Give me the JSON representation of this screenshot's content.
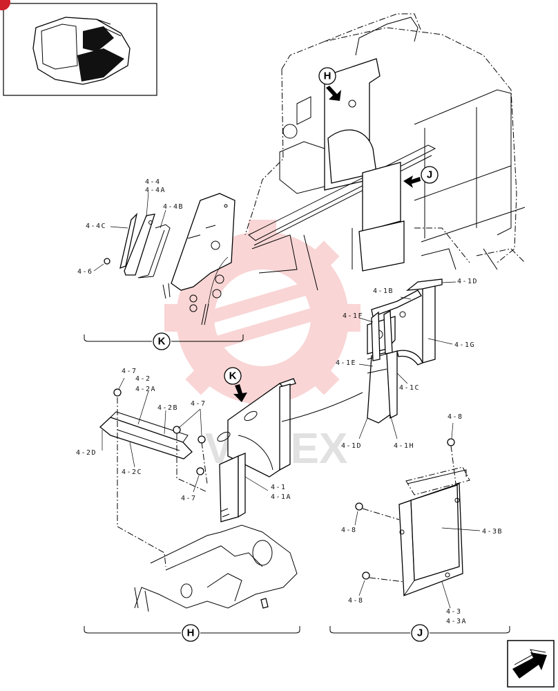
{
  "watermark": "VHTEX",
  "views": {
    "K": "K",
    "H": "H",
    "J": "J"
  },
  "callouts": {
    "H": "H",
    "J": "J",
    "K": "K"
  },
  "labels": {
    "l_4_4": "4-4",
    "l_4_4A": "4-4A",
    "l_4_4B": "4-4B",
    "l_4_4C": "4-4C",
    "l_4_6": "4-6",
    "l_4_1B": "4-1B",
    "l_4_1D_top": "4-1D",
    "l_4_1F": "4-1F",
    "l_4_1G": "4-1G",
    "l_4_1E": "4-1E",
    "l_4_1C": "4-1C",
    "l_4_1D_bot": "4-1D",
    "l_4_1H": "4-1H",
    "l_4_7_a": "4-7",
    "l_4_2": "4-2",
    "l_4_2A": "4-2A",
    "l_4_2B": "4-2B",
    "l_4_7_b": "4-7",
    "l_4_2D": "4-2D",
    "l_4_2C": "4-2C",
    "l_4_7_c": "4-7",
    "l_4_1": "4-1",
    "l_4_1A": "4-1A",
    "l_4_8_a": "4-8",
    "l_4_8_b": "4-8",
    "l_4_3B": "4-3B",
    "l_4_8_c": "4-8",
    "l_4_3": "4-3",
    "l_4_3A": "4-3A"
  },
  "colors": {
    "line": "#000000",
    "watermark": "#f2a0a0",
    "badge": "#d0202a"
  },
  "icons": {
    "nav": "next-page-arrow-icon",
    "thumbnail": "excavator-cab-thumbnail"
  }
}
